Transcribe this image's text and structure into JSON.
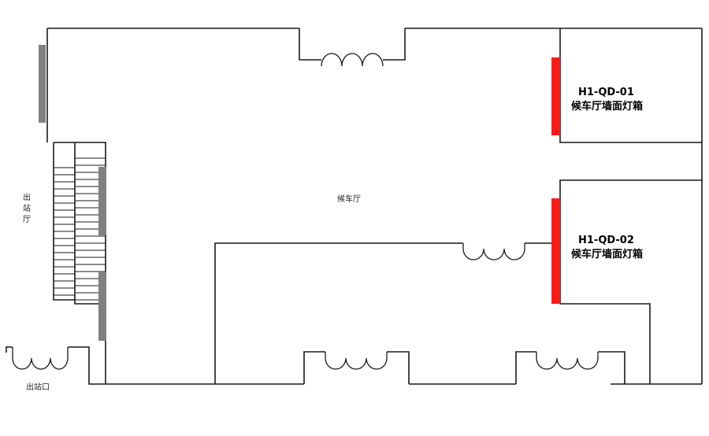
{
  "labels": {
    "waiting_hall": "候车厅",
    "exit_hall": [
      "出",
      "站",
      "厅"
    ],
    "exit_gate": "出站口",
    "lightbox_1_code": "H1-QD-01",
    "lightbox_1_name": "候车厅墙面灯箱",
    "lightbox_2_code": "H1-QD-02",
    "lightbox_2_name": "候车厅墙面灯箱"
  },
  "colors": {
    "lightbox": "#ff1a1a",
    "column": "#808080",
    "wall": "#1a1a1a"
  }
}
